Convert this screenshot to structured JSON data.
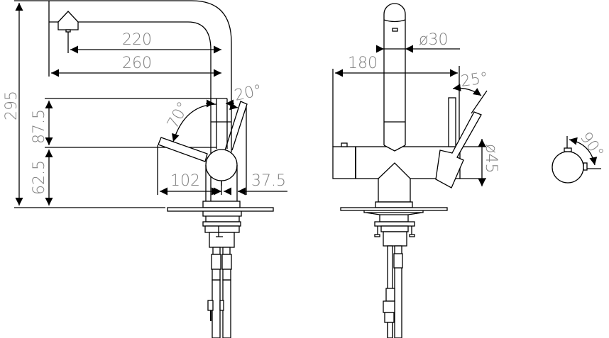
{
  "drawing": {
    "side_view": {
      "dimensions": {
        "total_height": "295",
        "upper_height": "87.5",
        "lower_height": "62.5",
        "spout_reach_aerator": "220",
        "spout_reach_total": "260",
        "lever_reach": "102",
        "lever_offset": "37.5",
        "lever_angle_back": "20°",
        "lever_angle_front": "70°"
      }
    },
    "front_view": {
      "dimensions": {
        "spout_diameter": "ø30",
        "body_width": "180",
        "lever_angle": "25°",
        "body_diameter": "ø45"
      }
    },
    "top_view": {
      "dimensions": {
        "rotation_angle": "90°"
      }
    },
    "colors": {
      "line": "#000000",
      "dimension_text": "#808080"
    }
  }
}
